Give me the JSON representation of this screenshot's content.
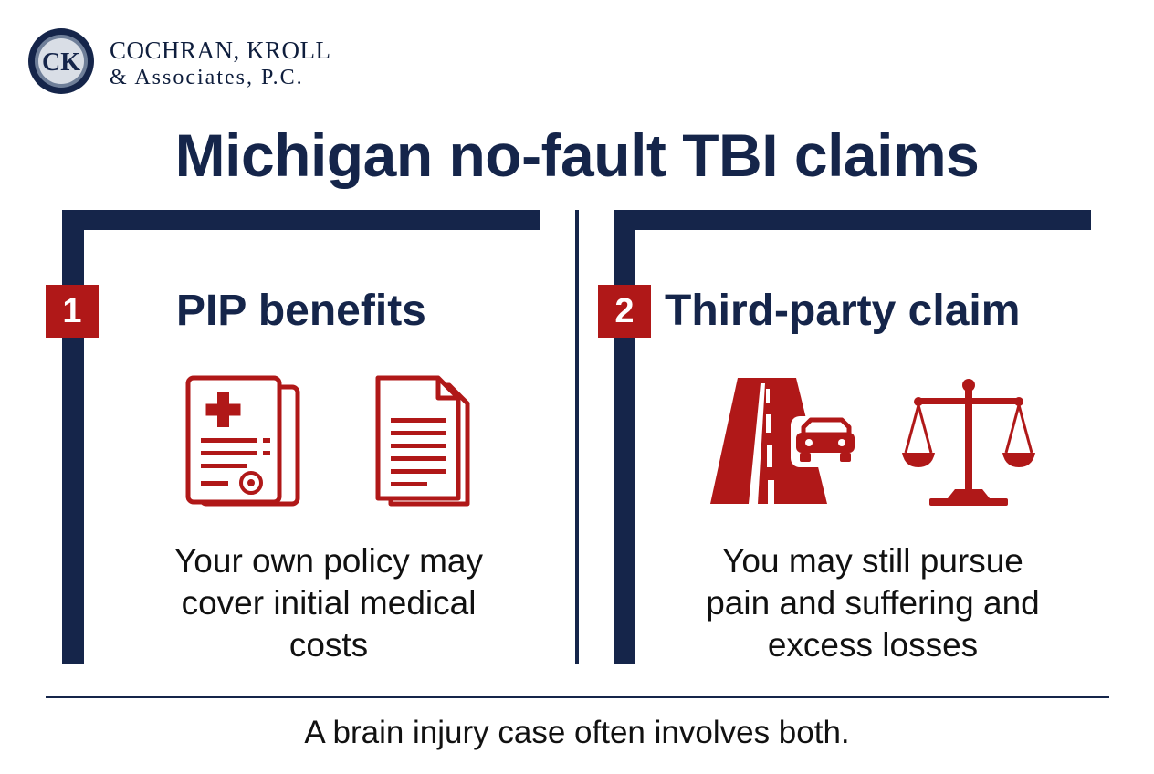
{
  "logo": {
    "monogram": "CK",
    "line1": "COCHRAN, KROLL",
    "line2": "& Associates, P.C."
  },
  "title": "Michigan no-fault TBI claims",
  "panels": [
    {
      "number": "1",
      "heading": "PIP benefits",
      "icons": [
        "medical-form-icon",
        "documents-icon"
      ],
      "description_lines": [
        "Your own policy may",
        "cover initial medical",
        "costs"
      ]
    },
    {
      "number": "2",
      "heading": "Third-party claim",
      "icons": [
        "road-car-icon",
        "scales-of-justice-icon"
      ],
      "description_lines": [
        "You may still pursue",
        "pain and suffering and",
        "excess losses"
      ]
    }
  ],
  "footer": "A brain injury case often involves both.",
  "colors": {
    "navy": "#15254a",
    "red": "#b01818",
    "background": "#ffffff"
  }
}
